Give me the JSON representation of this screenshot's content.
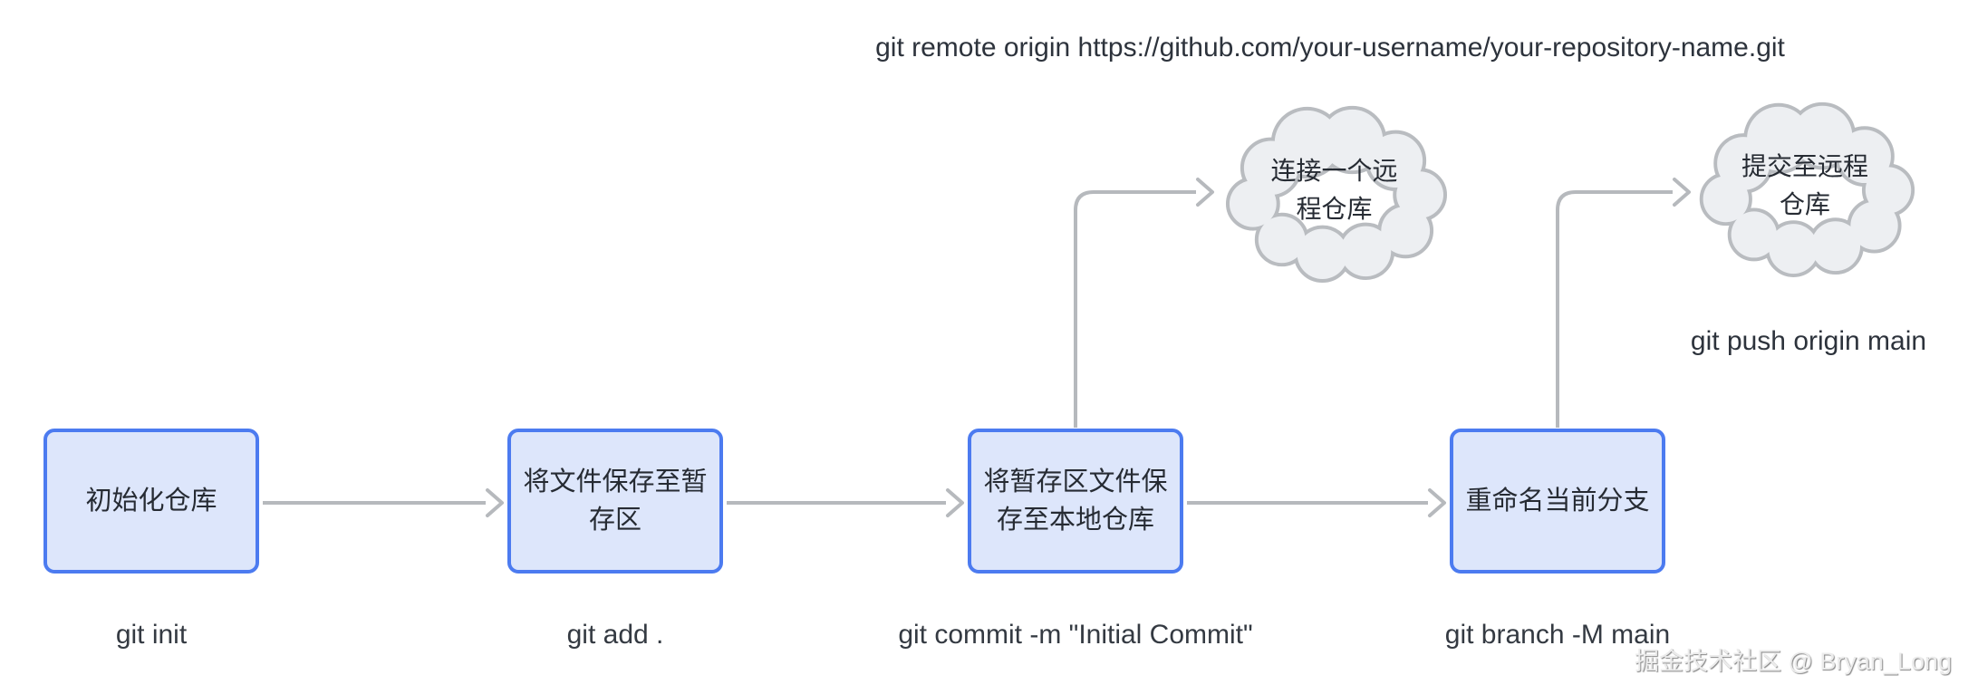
{
  "title": "git remote origin https://github.com/your-username/your-repository-name.git",
  "steps": [
    {
      "label": "初始化仓库",
      "command": "git init"
    },
    {
      "label": "将文件保存至暂存区",
      "command": "git add ."
    },
    {
      "label": "将暂存区文件保存至本地仓库",
      "command": "git commit -m \"Initial Commit\""
    },
    {
      "label": "重命名当前分支",
      "command": "git branch -M main"
    }
  ],
  "clouds": [
    {
      "label": "连接一个远程仓库"
    },
    {
      "label": "提交至远程仓库",
      "command": "git push origin main"
    }
  ],
  "watermark": "掘金技术社区 @ Bryan_Long",
  "colors": {
    "box_fill": "#dde6fb",
    "box_border": "#4c7bf0",
    "cloud_fill": "#edeff2",
    "cloud_border": "#b9bcc0",
    "arrow": "#b6b9bd",
    "label_text": "#262b33",
    "command_text": "#343a42"
  }
}
